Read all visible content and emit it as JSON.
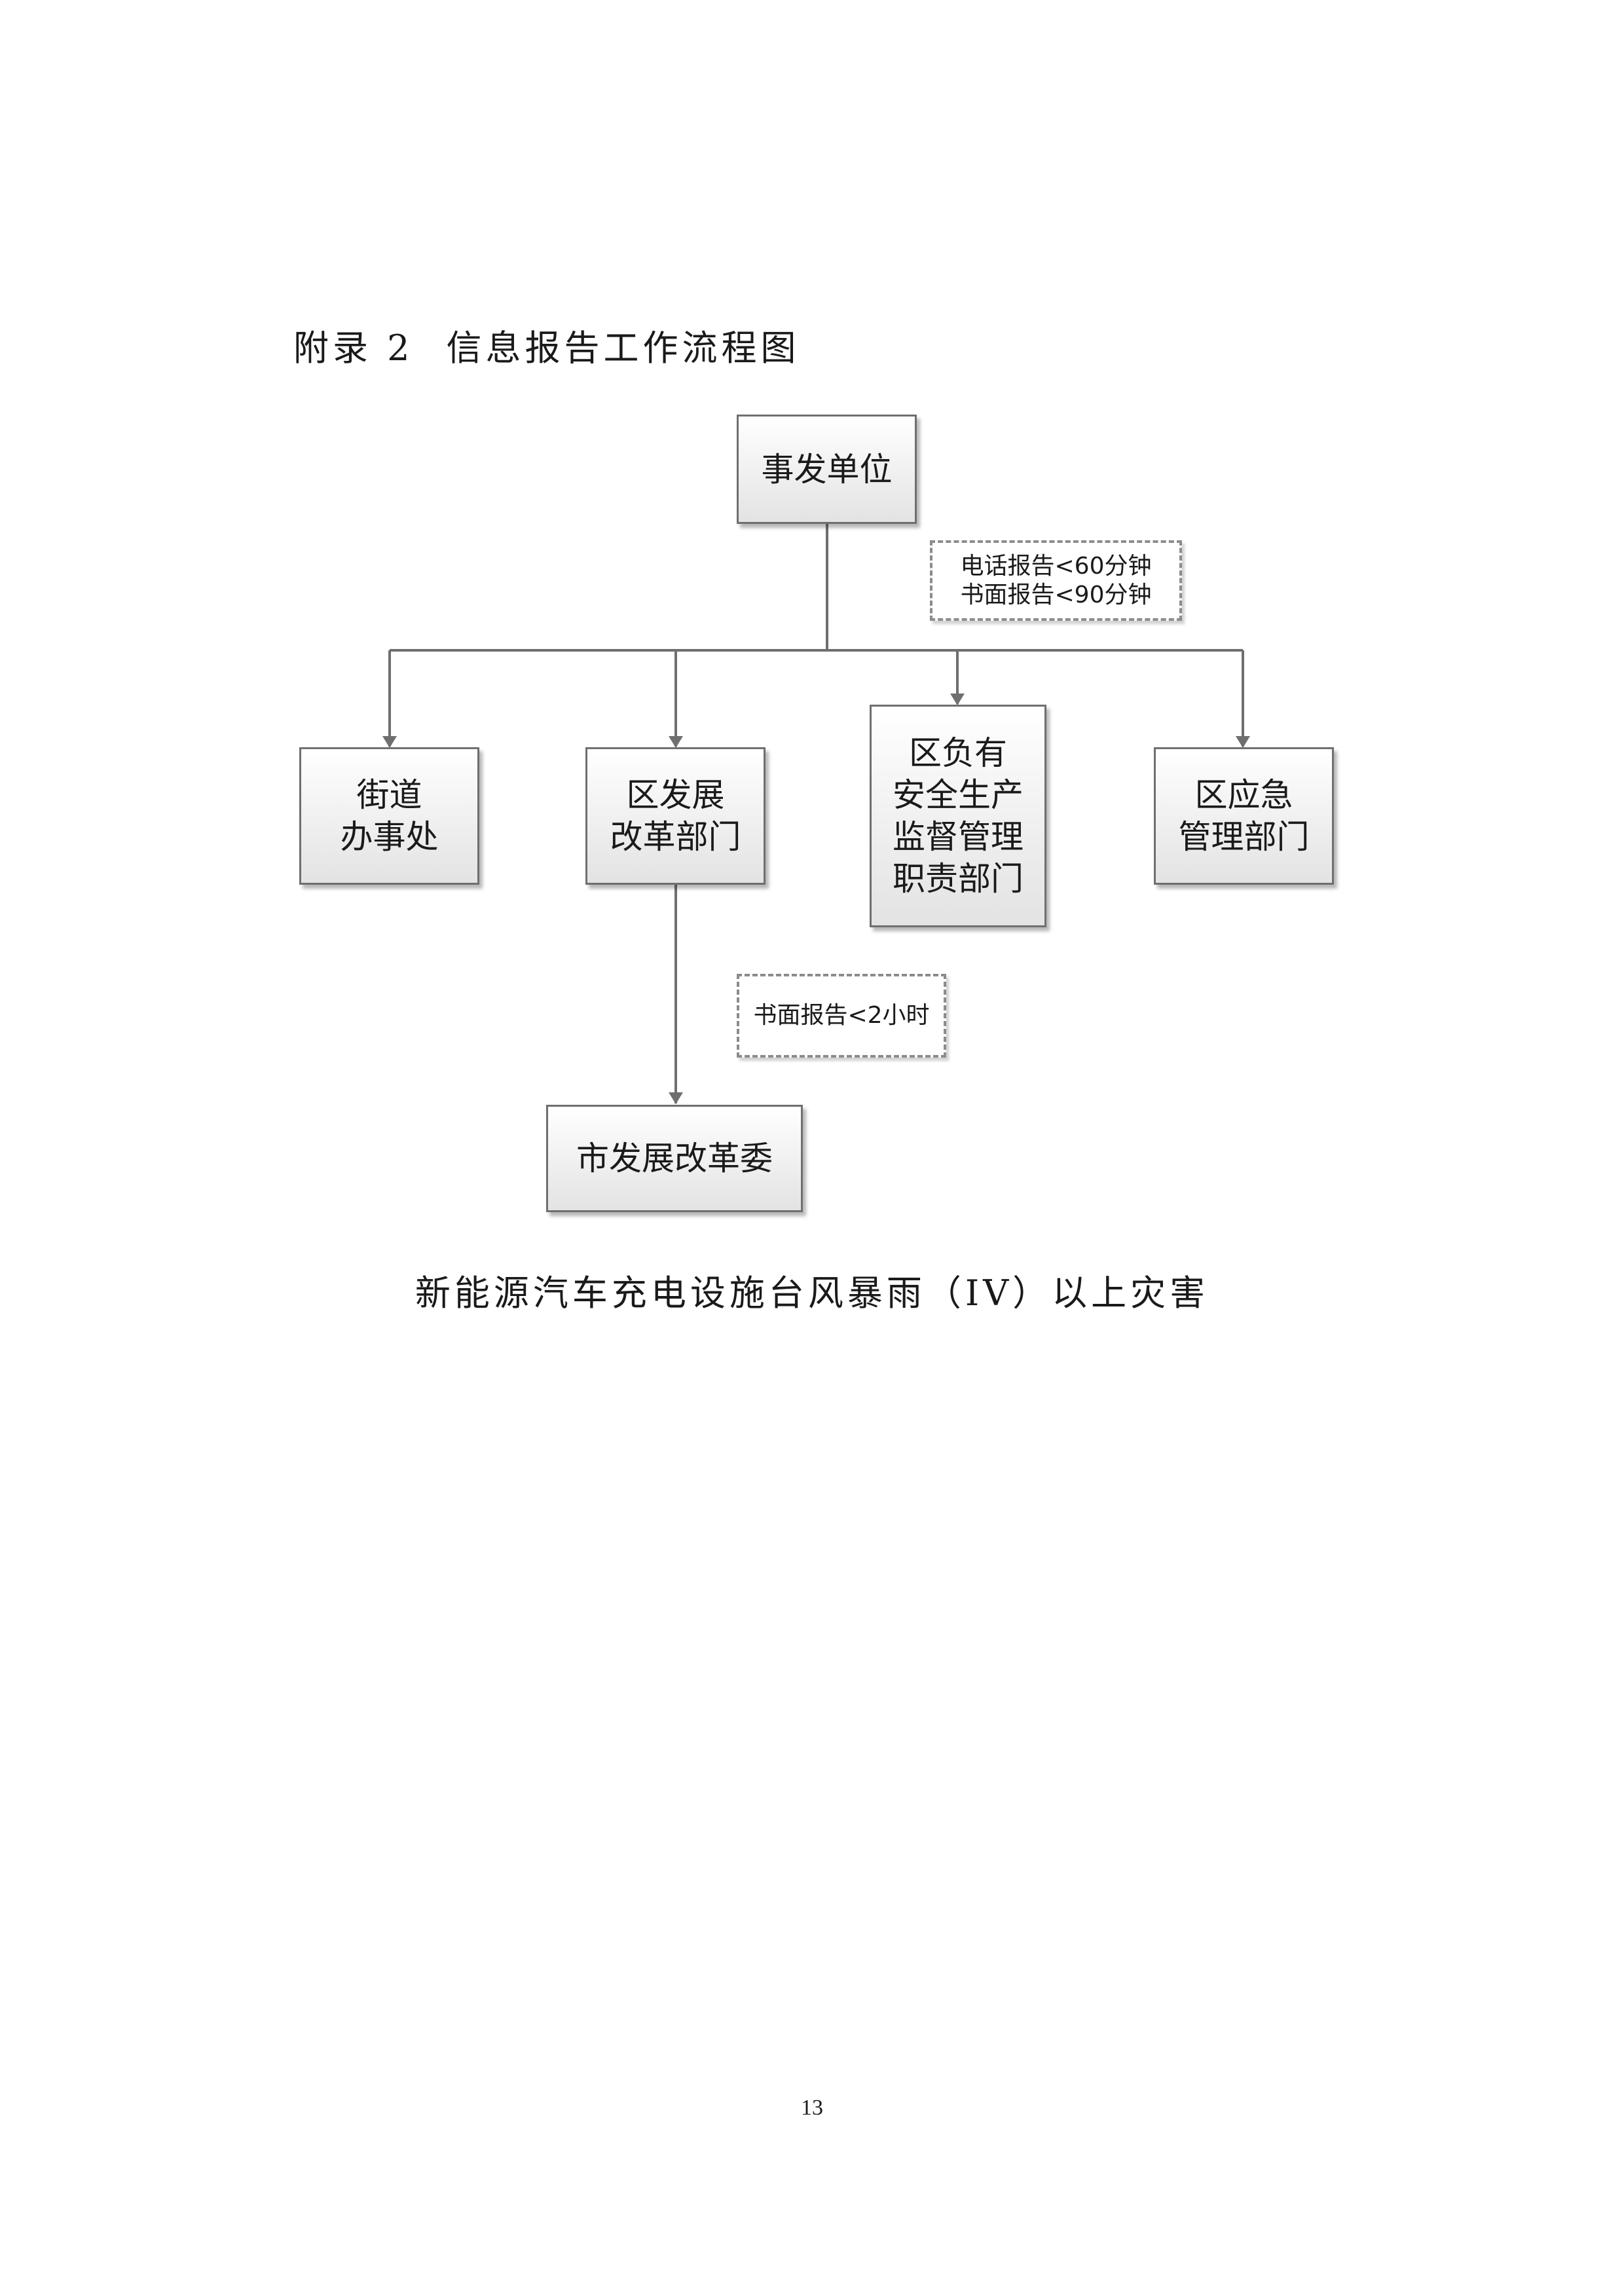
{
  "page": {
    "title_num": "附录 2",
    "title_text": "信息报告工作流程图",
    "caption": "新能源汽车充电设施台风暴雨（IV）以上灾害",
    "page_number": "13"
  },
  "flowchart": {
    "nodes": {
      "incident_unit": "事发单位",
      "street_office": [
        "街道",
        "办事处"
      ],
      "district_dev_reform": [
        "区发展",
        "改革部门"
      ],
      "district_safety_dept": [
        "区负有",
        "安全生产",
        "监督管理",
        "职责部门"
      ],
      "district_emergency": [
        "区应急",
        "管理部门"
      ],
      "city_dev_reform": "市发展改革委"
    },
    "notes": {
      "report_time_1": [
        "电话报告<60分钟",
        "书面报告<90分钟"
      ],
      "report_time_2": "书面报告<2小时"
    },
    "colors": {
      "line": "#6f6f6f",
      "node_border": "#6f6f6f",
      "note_border": "#8c8c8c"
    }
  }
}
